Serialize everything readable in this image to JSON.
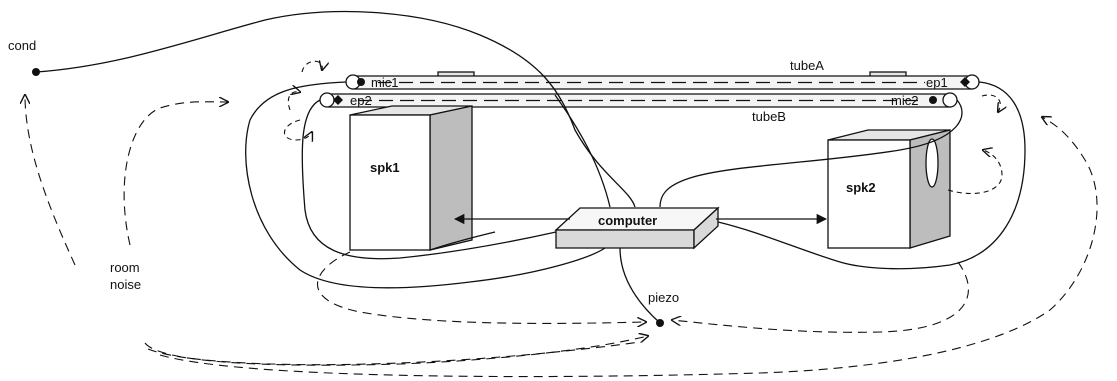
{
  "labels": {
    "cond": "cond",
    "mic1": "mic1",
    "ep1": "ep1",
    "ep2": "ep2",
    "mic2": "mic2",
    "tubeA": "tubeA",
    "tubeB": "tubeB",
    "spk1": "spk1",
    "spk2": "spk2",
    "computer": "computer",
    "piezo": "piezo",
    "room_noise_line1": "room",
    "room_noise_line2": "noise"
  },
  "icons": {
    "sensor_marker": "filled-dot",
    "ear_piece_marker": "filled-diamond",
    "tube_end": "open-circle"
  },
  "colors": {
    "line": "#111111",
    "speaker_side": "#bdbdbd",
    "tube_fill": "#f4f4f4"
  }
}
